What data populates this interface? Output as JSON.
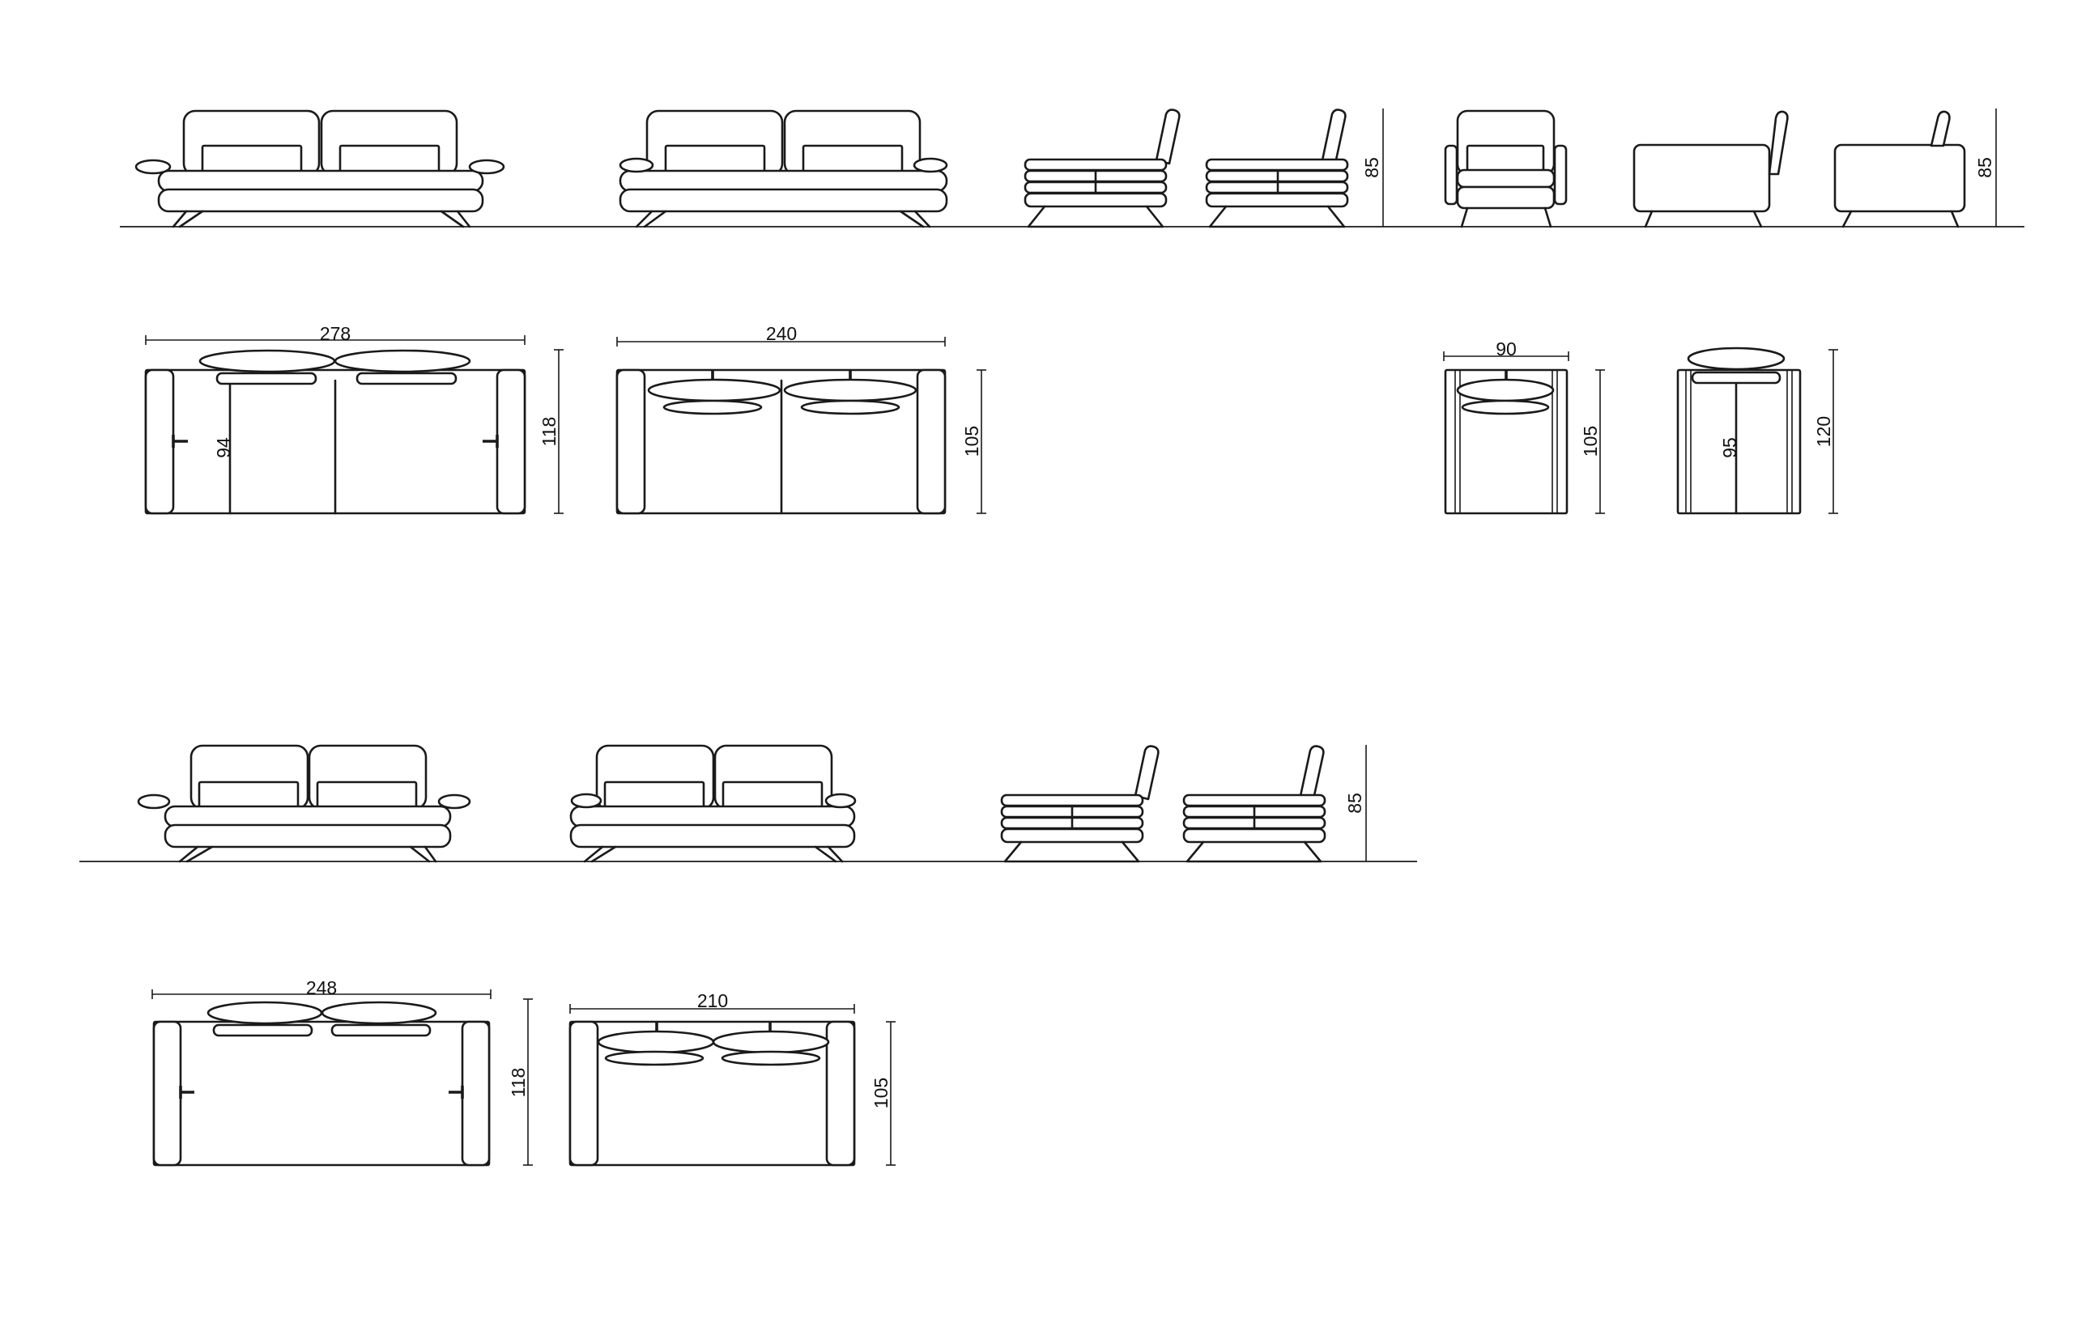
{
  "drawing": {
    "line_color": "#1a1a1a",
    "background": "#ffffff",
    "dimensions": {
      "sofa3_top_width": "278",
      "sofa3_top_depth": "118",
      "sofa3_inner_depth": "94",
      "sofa3b_top_width": "240",
      "sofa3b_top_depth": "105",
      "chair_top_width": "90",
      "chair_top_depth": "105",
      "chair_b_inner_depth": "95",
      "chair_b_top_depth": "120",
      "height_row1_a": "85",
      "height_row1_b": "85",
      "height_row3": "85",
      "sofa2_top_width": "248",
      "sofa2_top_depth": "118",
      "sofa2b_top_width": "210",
      "sofa2b_top_depth": "105"
    }
  }
}
